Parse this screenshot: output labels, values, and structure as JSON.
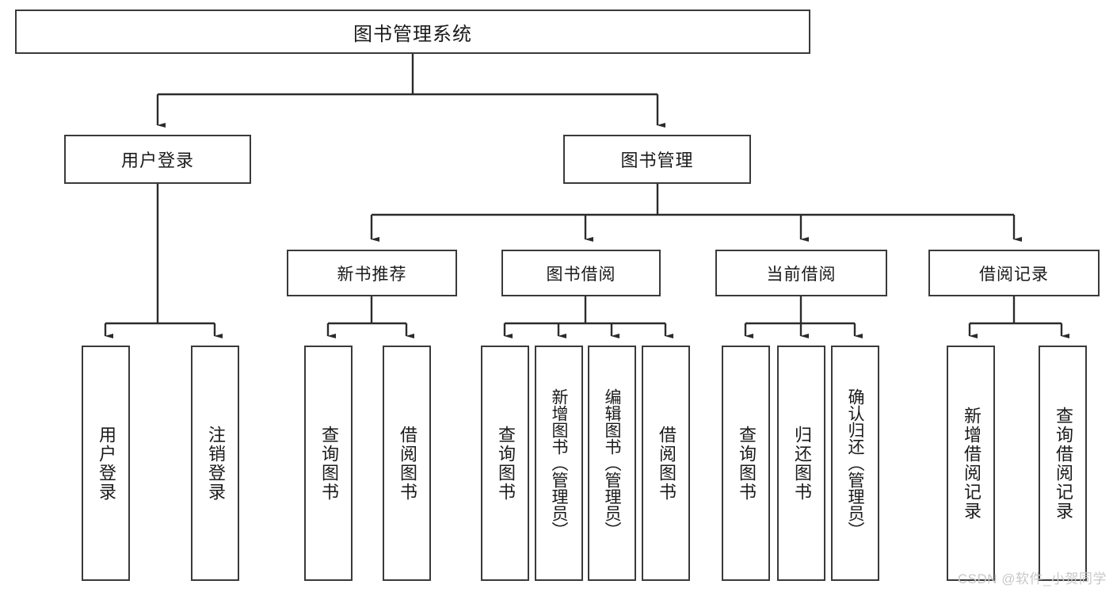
{
  "diagram": {
    "title": "图书管理系统",
    "type": "hierarchy-tree",
    "watermark": "CSDN @软件_小贺同学",
    "colors": {
      "box_border": "#3a3a3a",
      "box_fill": "#ffffff",
      "connector": "#2b2b2b",
      "text": "#1a1a1a",
      "watermark": "#c8c8c8"
    },
    "root": {
      "label": "图书管理系统"
    },
    "level2": [
      {
        "id": "user-login",
        "label": "用户登录"
      },
      {
        "id": "book-management",
        "label": "图书管理"
      }
    ],
    "level3": [
      {
        "id": "new-book-recommend",
        "label": "新书推荐"
      },
      {
        "id": "book-borrow",
        "label": "图书借阅"
      },
      {
        "id": "current-borrow",
        "label": "当前借阅"
      },
      {
        "id": "borrow-record",
        "label": "借阅记录"
      }
    ],
    "leaves": {
      "user_login": [
        {
          "id": "leaf-user-login",
          "label": "用户登录"
        },
        {
          "id": "leaf-logout-login",
          "label": "注销登录"
        }
      ],
      "new_book_recommend": [
        {
          "id": "leaf-query-book-1",
          "label": "查询图书"
        },
        {
          "id": "leaf-borrow-book-1",
          "label": "借阅图书"
        }
      ],
      "book_borrow": [
        {
          "id": "leaf-query-book-2",
          "label": "查询图书"
        },
        {
          "id": "leaf-add-book",
          "label": "新增图书（管理员）"
        },
        {
          "id": "leaf-edit-book",
          "label": "编辑图书（管理员）"
        },
        {
          "id": "leaf-borrow-book-2",
          "label": "借阅图书"
        }
      ],
      "current_borrow": [
        {
          "id": "leaf-query-book-3",
          "label": "查询图书"
        },
        {
          "id": "leaf-return-book",
          "label": "归还图书"
        },
        {
          "id": "leaf-confirm-return",
          "label": "确认归还（管理员）"
        }
      ],
      "borrow_record": [
        {
          "id": "leaf-add-record",
          "label": "新增借阅记录"
        },
        {
          "id": "leaf-query-record",
          "label": "查询借阅记录"
        }
      ]
    }
  }
}
